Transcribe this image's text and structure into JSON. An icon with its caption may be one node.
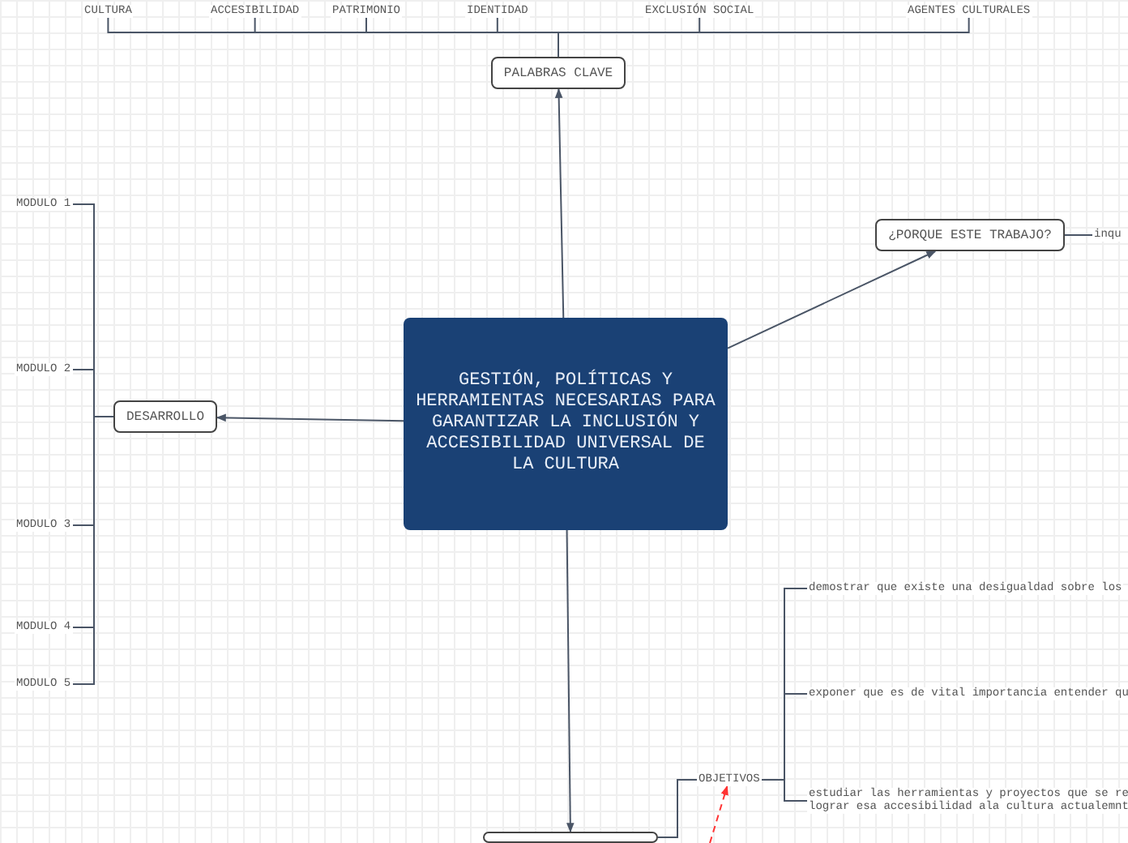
{
  "diagram": {
    "nodes": [
      {
        "text": [
          "GESTIÓN, POLÍTICAS Y HERRAMIENTAS NECESARIAS PARA GARANTIZAR LA INCLUSIÓN Y ACCESIBILIDAD UNIVERSAL DE LA CULTURA"
        ]
      },
      {
        "text": [
          "PALABRAS CLAVE"
        ]
      },
      {
        "text": [
          "CULTURA"
        ]
      },
      {
        "text": [
          "ACCESIBILIDAD"
        ]
      },
      {
        "text": [
          "PATRIMONIO"
        ]
      },
      {
        "text": [
          "IDENTIDAD"
        ]
      },
      {
        "text": [
          "EXCLUSIÓN SOCIAL"
        ]
      },
      {
        "text": [
          "AGENTES CULTURALES"
        ]
      },
      {
        "text": [
          "¿PORQUE ESTE TRABAJO?"
        ]
      },
      {
        "text": [
          "inqu"
        ]
      },
      {
        "text": [
          "DESARROLLO"
        ]
      },
      {
        "text": [
          "MODULO 1"
        ]
      },
      {
        "text": [
          "MODULO 2"
        ]
      },
      {
        "text": [
          "MODULO 3"
        ]
      },
      {
        "text": [
          "MODULO 4"
        ]
      },
      {
        "text": [
          "MODULO 5"
        ]
      },
      {
        "text": [],
        "shape": "box"
      },
      {
        "text": [
          "OBJETIVOS"
        ]
      },
      {
        "text": [
          "demostrar que existe una desigualdad sobre los"
        ]
      },
      {
        "text": [
          "exponer que es de vital importancia entender qu"
        ]
      },
      {
        "text": [
          "estudiar las herramientas y proyectos que se re lograr esa accesibilidad ala cultura actualemnt"
        ]
      }
    ],
    "edges": [
      {
        "from": 0,
        "to": 1,
        "arrow": "to"
      },
      {
        "from": 1,
        "to": 2,
        "arrow": "none"
      },
      {
        "from": 1,
        "to": 3,
        "arrow": "none"
      },
      {
        "from": 1,
        "to": 4,
        "arrow": "none"
      },
      {
        "from": 1,
        "to": 5,
        "arrow": "none"
      },
      {
        "from": 1,
        "to": 6,
        "arrow": "none"
      },
      {
        "from": 1,
        "to": 7,
        "arrow": "none"
      },
      {
        "from": 0,
        "to": 8,
        "arrow": "to"
      },
      {
        "from": 8,
        "to": 9,
        "arrow": "none"
      },
      {
        "from": 0,
        "to": 10,
        "arrow": "to"
      },
      {
        "from": 10,
        "to": 11,
        "arrow": "none"
      },
      {
        "from": 10,
        "to": 12,
        "arrow": "none"
      },
      {
        "from": 10,
        "to": 13,
        "arrow": "none"
      },
      {
        "from": 10,
        "to": 14,
        "arrow": "none"
      },
      {
        "from": 10,
        "to": 15,
        "arrow": "none"
      },
      {
        "from": 0,
        "to": 16,
        "arrow": "to"
      },
      {
        "from": 16,
        "to": 17,
        "arrow": "none"
      },
      {
        "from": 17,
        "to": 18,
        "arrow": "none"
      },
      {
        "from": 17,
        "to": 19,
        "arrow": "none"
      },
      {
        "from": 17,
        "to": 20,
        "arrow": "none"
      },
      {
        "from": null,
        "to": 17,
        "arrow": "to",
        "style": "dashed",
        "color": "#ff3333"
      }
    ]
  }
}
